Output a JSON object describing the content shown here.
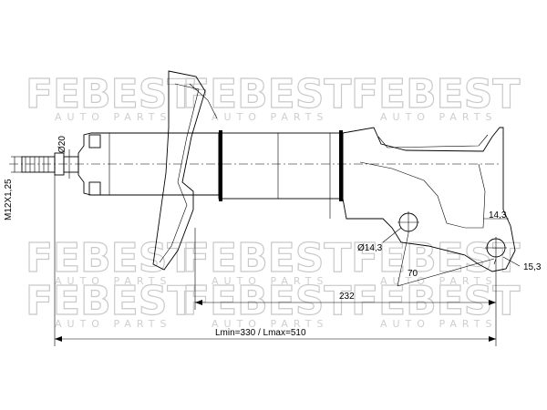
{
  "watermark": {
    "brand": "FEBEST",
    "tagline": "AUTO PARTS"
  },
  "dimensions": {
    "thread": "M12X1,25",
    "rod_diameter": "Ø20",
    "hole_diameter": "Ø14,3",
    "bracket_width": "14,3",
    "lower_hole": "15,3",
    "hole_spacing": "70",
    "mount_length": "232",
    "total_length": "Lmin=330 / Lmax=510"
  }
}
